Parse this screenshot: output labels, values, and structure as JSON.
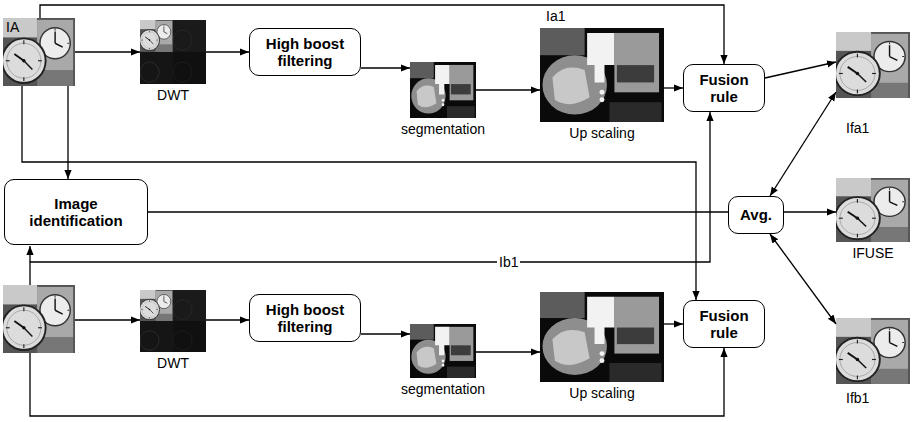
{
  "diagram": {
    "nodes": [
      {
        "text": [
          "IA"
        ]
      },
      {
        "text": [
          "DWT"
        ]
      },
      {
        "text": [
          "High boost filtering"
        ]
      },
      {
        "text": [
          "segmentation"
        ]
      },
      {
        "text": [
          "Ia1",
          "Up scaling"
        ]
      },
      {
        "text": [
          "Fusion rule"
        ]
      },
      {
        "text": [
          "Ifa1"
        ]
      },
      {
        "text": [
          "Image identification"
        ]
      },
      {
        "text": [
          "Avg."
        ]
      },
      {
        "text": [
          "IFUSE"
        ]
      },
      {
        "text": [
          "DWT"
        ]
      },
      {
        "text": [
          "High boost filtering"
        ]
      },
      {
        "text": [
          "segmentation"
        ]
      },
      {
        "text": [
          "Ib1",
          "Up scaling"
        ]
      },
      {
        "text": [
          "Fusion rule"
        ]
      },
      {
        "text": [
          "Ifb1"
        ]
      }
    ],
    "edges": [
      {
        "from": 0,
        "to": 1,
        "arrow": "to"
      },
      {
        "from": 1,
        "to": 2,
        "arrow": "to"
      },
      {
        "from": 2,
        "to": 3,
        "arrow": "to"
      },
      {
        "from": 3,
        "to": 4,
        "arrow": "to"
      },
      {
        "from": 4,
        "to": 5,
        "arrow": "to"
      },
      {
        "from": 0,
        "to": 5,
        "arrow": "to"
      },
      {
        "from": 0,
        "to": 7,
        "arrow": "to"
      },
      {
        "from": 0,
        "to": 14,
        "arrow": "to"
      },
      {
        "from": 5,
        "to": 6,
        "arrow": "to"
      },
      {
        "from": 6,
        "to": 8,
        "arrow": "both"
      },
      {
        "from": 8,
        "to": 9,
        "arrow": "to"
      },
      {
        "from": 15,
        "to": 8,
        "arrow": "both"
      },
      {
        "from": 7,
        "to": 8,
        "arrow": "none"
      },
      {
        "from": 10,
        "to": 11,
        "arrow": "to"
      },
      {
        "from": 11,
        "to": 12,
        "arrow": "to"
      },
      {
        "from": 12,
        "to": 13,
        "arrow": "to"
      },
      {
        "from": 13,
        "to": 14,
        "arrow": "to"
      }
    ]
  }
}
